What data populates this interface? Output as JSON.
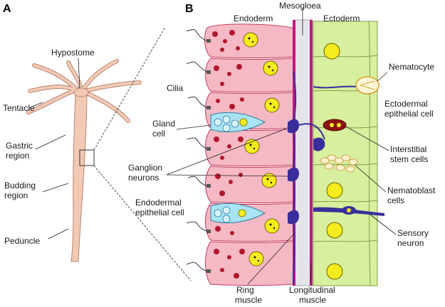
{
  "panels": {
    "a": "A",
    "b": "B"
  },
  "hydra_labels": {
    "hypostome": "Hypostome",
    "tentacle": "Tentacle",
    "gastric_1": "Gastric",
    "gastric_2": "region",
    "budding_1": "Budding",
    "budding_2": "region",
    "peduncle": "Peduncle"
  },
  "layer_labels": {
    "endoderm": "Endoderm",
    "mesogloea": "Mesogloea",
    "ectoderm": "Ectoderm"
  },
  "left_labels": {
    "cilia": "Cilia",
    "gland_1": "Gland",
    "gland_2": "cell",
    "ganglion_1": "Ganglion",
    "ganglion_2": "neurons",
    "endo_epi_1": "Endodermal",
    "endo_epi_2": "epithelial cell"
  },
  "right_labels": {
    "nematocyte": "Nematocyte",
    "ecto_epi_1": "Ectodermal",
    "ecto_epi_2": "epithelial cell",
    "interstitial_1": "Interstitial",
    "interstitial_2": "stem cells",
    "nematoblast_1": "Nematoblast",
    "nematoblast_2": "cells",
    "sensory_1": "Sensory",
    "sensory_2": "neuron"
  },
  "bottom_labels": {
    "ring_1": "Ring",
    "ring_2": "muscle",
    "long_1": "Longitudinal",
    "long_2": "muscle"
  },
  "colors": {
    "body": "#f2c9b5",
    "body_edge": "#b88772",
    "endoderm": "#f5b9c5",
    "endoderm_edge": "#c03a5e",
    "granule": "#b0192c",
    "ectoderm": "#d7ef9e",
    "ectoderm_edge": "#7f9e48",
    "nucleus": "#f5eb1e",
    "mesogloea": "#e4e4ea",
    "neuron": "#3a2d9c",
    "muscle": "#c2187d",
    "gland": "#a8e4f4",
    "interstitial": "#8a1010"
  }
}
